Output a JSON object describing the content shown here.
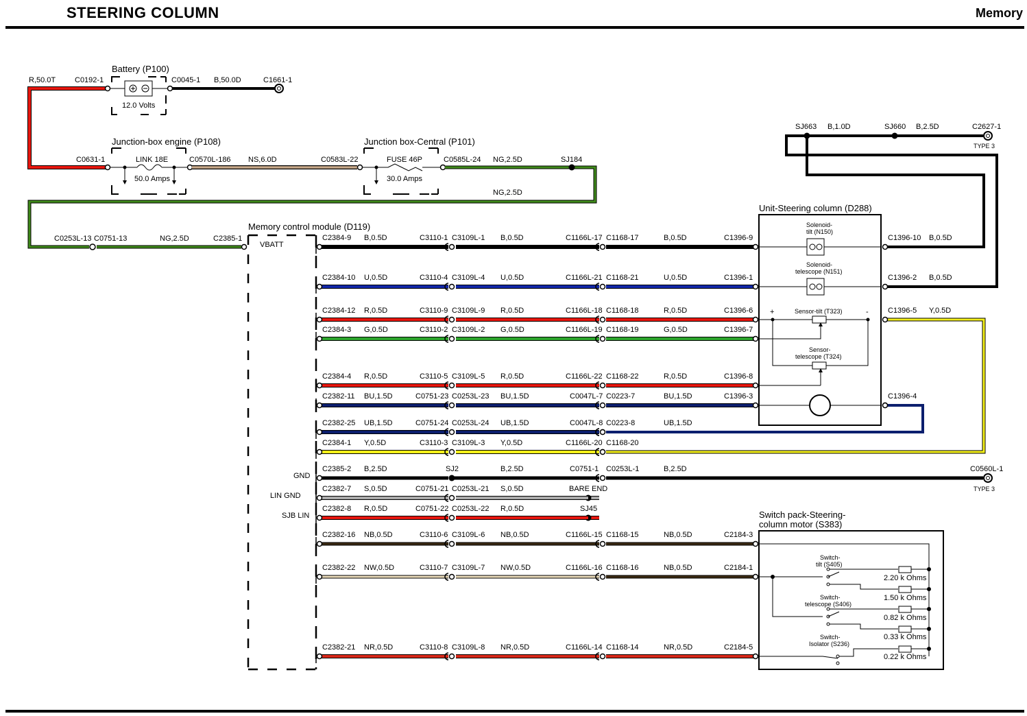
{
  "header": {
    "title": "STEERING COLUMN",
    "section": "Memory"
  },
  "colors": {
    "R": "#e8170f",
    "B": "#000000",
    "NG": "#3f8a1a",
    "U": "#1227a8",
    "G": "#2da52d",
    "BU": "#0c1f6e",
    "Y": "#f4f01a",
    "S": "#aaaaaa",
    "NB": "#3b2a12",
    "NW": "#e8d9b8",
    "NS": "#9b7e62",
    "NR": "#d8281a"
  },
  "components": {
    "battery": {
      "title": "Battery (P100)",
      "rating": "12.0 Volts"
    },
    "junction_engine": {
      "title": "Junction-box engine (P108)",
      "link": "LINK 18E",
      "rating": "50.0 Amps"
    },
    "junction_central": {
      "title": "Junction box-Central (P101)",
      "fuse": "FUSE 46P",
      "rating": "30.0 Amps"
    },
    "memory_module": {
      "title": "Memory control module (D119)",
      "vbatt": "VBATT",
      "gnd": "GND",
      "lin_gnd": "LIN GND",
      "sjb_lin": "SJB LIN"
    },
    "unit_steering": {
      "title": "Unit-Steering column (D288)",
      "solenoid_tilt_1": "Solenoid-",
      "solenoid_tilt_2": "tilt (N150)",
      "solenoid_tel_1": "Solenoid-",
      "solenoid_tel_2": "telescope (N151)",
      "sensor_tilt": "Sensor-tilt (T323)",
      "sensor_tel_1": "Sensor-",
      "sensor_tel_2": "telescope (T324)",
      "plus": "+",
      "minus": "-"
    },
    "switch_pack": {
      "title_1": "Switch pack-Steering-",
      "title_2": "column motor (S383)",
      "tilt_1": "Switch-",
      "tilt_2": "tilt (S405)",
      "tel_1": "Switch-",
      "tel_2": "telescope (S406)",
      "iso_1": "Switch-",
      "iso_2": "Isolator (S236)",
      "r1": "2.20 k Ohms",
      "r2": "1.50 k Ohms",
      "r3": "0.82 k Ohms",
      "r4": "0.33 k Ohms",
      "r5": "0.22 k Ohms"
    }
  },
  "top_wiring": {
    "r50": "R,50.0T",
    "c0192": "C0192-1",
    "c0045": "C0045-1",
    "b50": "B,50.0D",
    "c1661": "C1661-1",
    "c0631": "C0631-1",
    "c0570": "C0570L-186",
    "ns6": "NS,6.0D",
    "c0583": "C0583L-22",
    "c0585": "C0585L-24",
    "ng25a": "NG,2.5D",
    "sj184": "SJ184",
    "ng25b": "NG,2.5D",
    "c0253_13": "C0253L-13",
    "c0751_13": "C0751-13",
    "ng25c": "NG,2.5D",
    "c2385_1": "C2385-1",
    "sj663": "SJ663",
    "b10": "B,1.0D",
    "sj660": "SJ660",
    "b25": "B,2.5D",
    "c2627": "C2627-1",
    "type3a": "TYPE 3"
  },
  "rows": [
    {
      "c1": "C2384-9",
      "w1": "B,0.5D",
      "c2": "C3110-1",
      "c3": "C3109L-1",
      "w2": "B,0.5D",
      "c4": "C1166L-17",
      "c5": "C1168-17",
      "w3": "B,0.5D",
      "c6": "C1396-9",
      "c7": "C1396-10",
      "w4": "B,0.5D"
    },
    {
      "c1": "C2384-10",
      "w1": "U,0.5D",
      "c2": "C3110-4",
      "c3": "C3109L-4",
      "w2": "U,0.5D",
      "c4": "C1166L-21",
      "c5": "C1168-21",
      "w3": "U,0.5D",
      "c6": "C1396-1",
      "c7": "C1396-2",
      "w4": "B,0.5D"
    },
    {
      "c1": "C2384-12",
      "w1": "R,0.5D",
      "c2": "C3110-9",
      "c3": "C3109L-9",
      "w2": "R,0.5D",
      "c4": "C1166L-18",
      "c5": "C1168-18",
      "w3": "R,0.5D",
      "c6": "C1396-6",
      "c7": "C1396-5",
      "w4": "Y,0.5D"
    },
    {
      "c1": "C2384-3",
      "w1": "G,0.5D",
      "c2": "C3110-2",
      "c3": "C3109L-2",
      "w2": "G,0.5D",
      "c4": "C1166L-19",
      "c5": "C1168-19",
      "w3": "G,0.5D",
      "c6": "C1396-7"
    },
    {
      "c1": "C2384-4",
      "w1": "R,0.5D",
      "c2": "C3110-5",
      "c3": "C3109L-5",
      "w2": "R,0.5D",
      "c4": "C1166L-22",
      "c5": "C1168-22",
      "w3": "R,0.5D",
      "c6": "C1396-8"
    },
    {
      "c1": "C2382-11",
      "w1": "BU,1.5D",
      "c2": "C0751-23",
      "c3": "C0253L-23",
      "w2": "BU,1.5D",
      "c4": "C0047L-7",
      "c5": "C0223-7",
      "w3": "BU,1.5D",
      "c6": "C1396-3",
      "c7": "C1396-4"
    },
    {
      "c1": "C2382-25",
      "w1": "UB,1.5D",
      "c2": "C0751-24",
      "c3": "C0253L-24",
      "w2": "UB,1.5D",
      "c4": "C0047L-8",
      "c5": "C0223-8",
      "w3": "UB,1.5D"
    },
    {
      "c1": "C2384-1",
      "w1": "Y,0.5D",
      "c2": "C3110-3",
      "c3": "C3109L-3",
      "w2": "Y,0.5D",
      "c4": "C1166L-20",
      "c5": "C1168-20"
    },
    {
      "c1": "C2385-2",
      "w1": "B,2.5D",
      "c2": "SJ2",
      "w2": "B,2.5D",
      "c4": "C0751-1",
      "c5": "C0253L-1",
      "w3": "B,2.5D",
      "c6": "C0560L-1",
      "c7": "TYPE 3"
    },
    {
      "c1": "C2382-7",
      "w1": "S,0.5D",
      "c2": "C0751-21",
      "c3": "C0253L-21",
      "w2": "S,0.5D",
      "c4": "BARE END"
    },
    {
      "c1": "C2382-8",
      "w1": "R,0.5D",
      "c2": "C0751-22",
      "c3": "C0253L-22",
      "w2": "R,0.5D",
      "c4": "SJ45"
    },
    {
      "c1": "C2382-16",
      "w1": "NB,0.5D",
      "c2": "C3110-6",
      "c3": "C3109L-6",
      "w2": "NB,0.5D",
      "c4": "C1166L-15",
      "c5": "C1168-15",
      "w3": "NB,0.5D",
      "c6": "C2184-3"
    },
    {
      "c1": "C2382-22",
      "w1": "NW,0.5D",
      "c2": "C3110-7",
      "c3": "C3109L-7",
      "w2": "NW,0.5D",
      "c4": "C1166L-16",
      "c5": "C1168-16",
      "w3": "NB,0.5D",
      "c6": "C2184-1"
    },
    {
      "c1": "C2382-21",
      "w1": "NR,0.5D",
      "c2": "C3110-8",
      "c3": "C3109L-8",
      "w2": "NR,0.5D",
      "c4": "C1166L-14",
      "c5": "C1168-14",
      "w3": "NR,0.5D",
      "c6": "C2184-5"
    }
  ]
}
